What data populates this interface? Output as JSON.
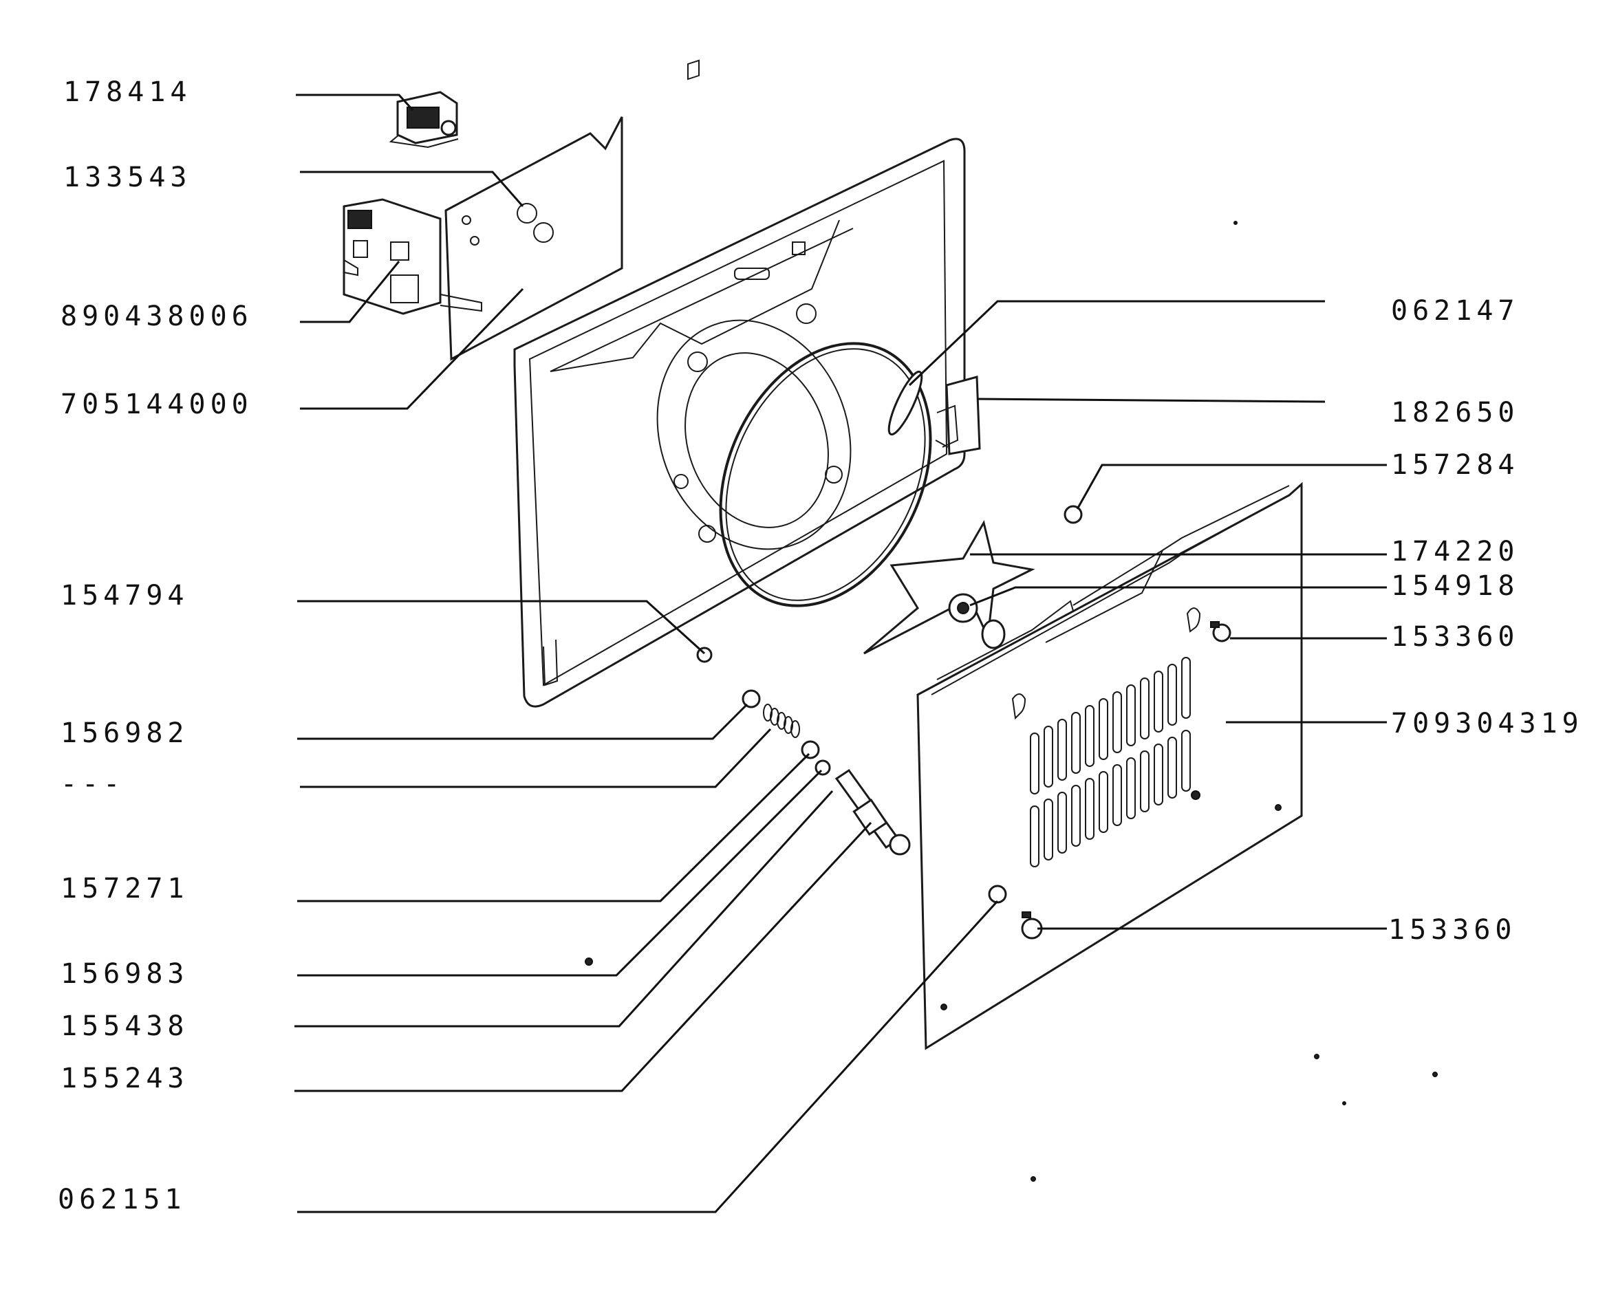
{
  "diagram": {
    "labels_left": [
      "178414",
      "133543",
      "890438006",
      "705144000",
      "154794",
      "156982",
      "---",
      "157271",
      "156983",
      "155438",
      "155243",
      "062151"
    ],
    "labels_right": [
      "062147",
      "182650",
      "157284",
      "174220",
      "154918",
      "153360",
      "709304319",
      "153360"
    ]
  }
}
